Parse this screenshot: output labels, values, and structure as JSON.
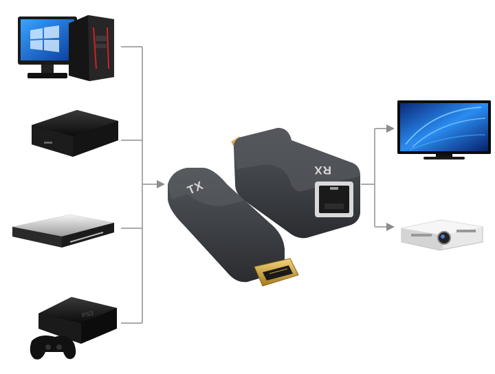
{
  "sources": [
    {
      "name": "desktop-pc"
    },
    {
      "name": "set-top-box"
    },
    {
      "name": "blu-ray-player"
    },
    {
      "name": "game-console"
    }
  ],
  "outputs": [
    {
      "name": "television"
    },
    {
      "name": "projector"
    }
  ],
  "extenders": {
    "transmitter_label": "TX",
    "receiver_label": "RX"
  },
  "colors": {
    "background": "#ffffff",
    "line": "#a9a9a9",
    "arrow": "#8c8c8c",
    "housing": "#3b3e42",
    "gold_connector": "#c9a23a",
    "screen_blue": "#1f6fd6"
  }
}
